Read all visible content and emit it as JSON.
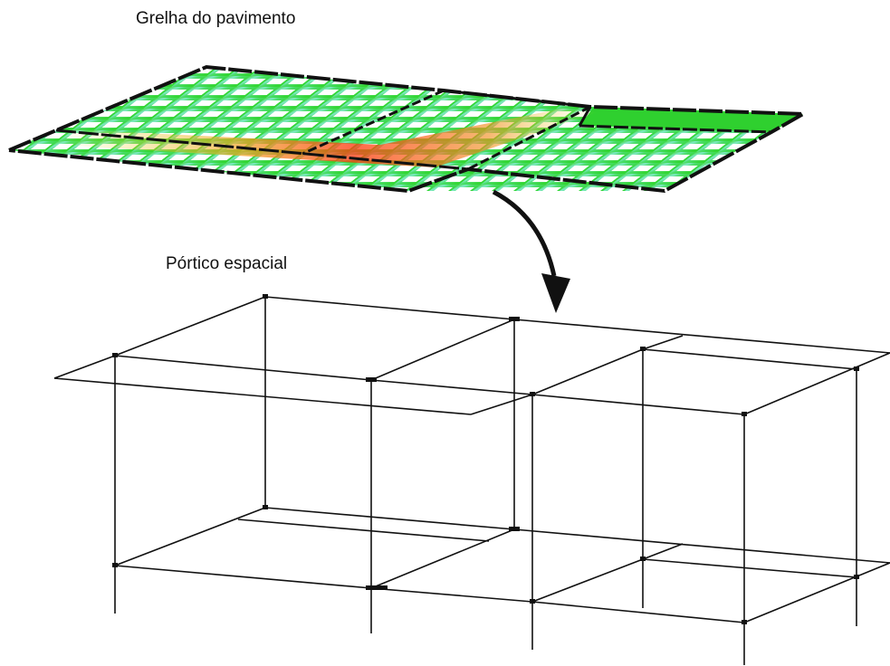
{
  "labels": {
    "grid_title": "Grelha do pavimento",
    "frame_title": "Pórtico espacial"
  },
  "colors": {
    "grid_low": "#bff7ff",
    "grid_mid": "#33dd33",
    "grid_high": "#ff3311",
    "cell_gap": "#ffffff",
    "beam_line": "#111111",
    "arrow": "#111111"
  },
  "icons": {
    "transform_arrow": "curved-arrow-down"
  }
}
